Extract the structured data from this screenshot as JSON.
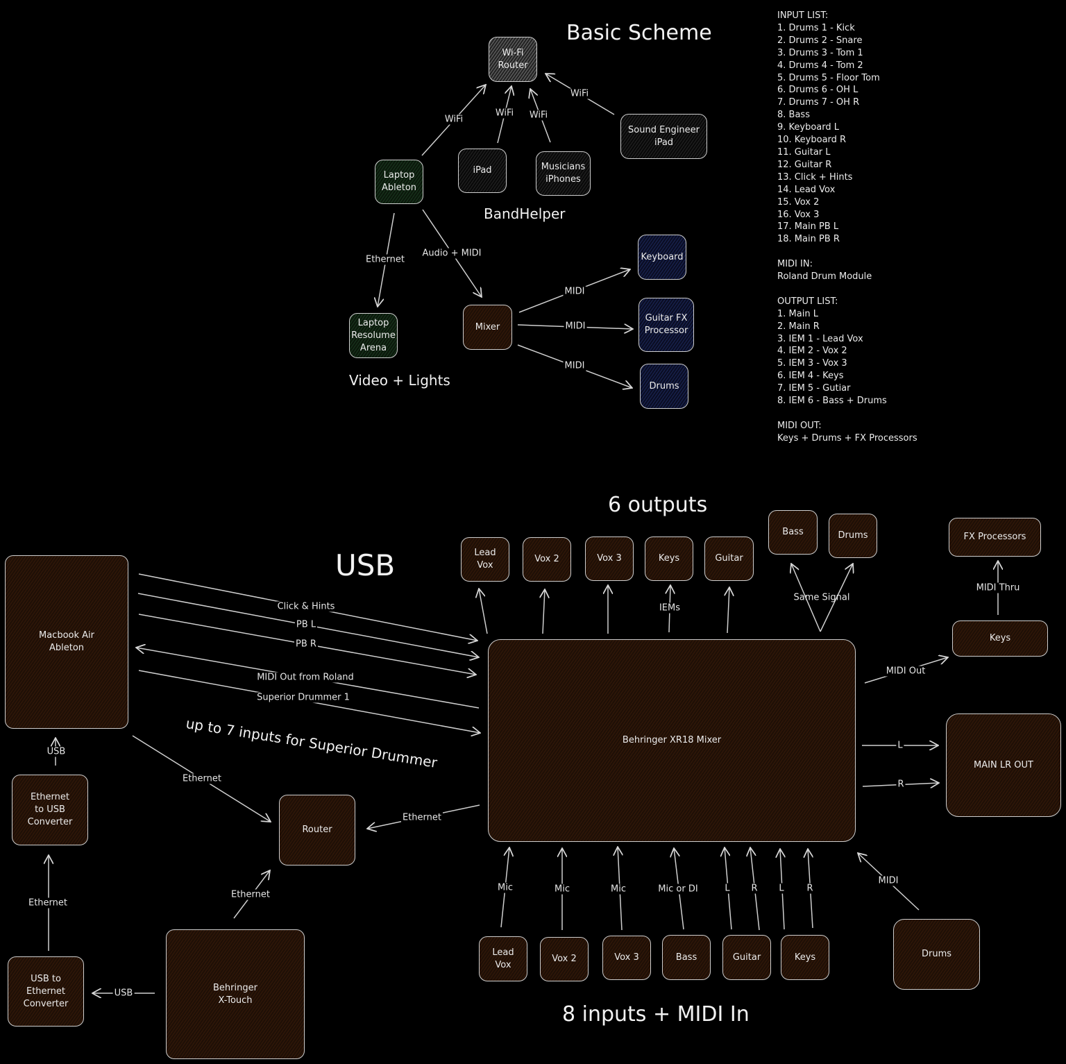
{
  "titles": {
    "basic_scheme": "Basic Scheme",
    "bandhelper": "BandHelper",
    "video_lights": "Video + Lights",
    "usb": "USB",
    "six_outputs": "6 outputs",
    "eight_inputs": "8 inputs + MIDI In",
    "superior_drummer_note": "up to 7 inputs for Superior Drummer"
  },
  "basic": {
    "wifi_router": "Wi-Fi\nRouter",
    "laptop_ableton": "Laptop\nAbleton",
    "ipad": "iPad",
    "musicians_iphones": "Musicians\niPhones",
    "sound_engineer_ipad": "Sound Engineer\niPad",
    "laptop_resolume": "Laptop\nResolume\nArena",
    "mixer": "Mixer",
    "keyboard": "Keyboard",
    "guitar_fx": "Guitar FX\nProcessor",
    "drums": "Drums",
    "labels": {
      "wifi": "WiFi",
      "ethernet": "Ethernet",
      "audio_midi": "Audio + MIDI",
      "midi": "MIDI"
    }
  },
  "lists": {
    "input_header": "INPUT LIST:",
    "inputs": [
      "1. Drums 1 - Kick",
      "2. Drums 2 - Snare",
      "3. Drums 3 - Tom 1",
      "4. Drums 4 - Tom 2",
      "5. Drums 5 - Floor Tom",
      "6. Drums 6 - OH L",
      "7. Drums 7 - OH R",
      "8. Bass",
      "9. Keyboard L",
      "10. Keyboard R",
      "11. Guitar L",
      "12. Guitar R",
      "13. Click + Hints",
      "14. Lead Vox",
      "15. Vox 2",
      "16. Vox 3",
      "17. Main PB L",
      "18. Main PB R"
    ],
    "midi_in_header": "MIDI IN:",
    "midi_in": "Roland Drum Module",
    "output_header": "OUTPUT LIST:",
    "outputs": [
      "1. Main L",
      "2. Main R",
      "3. IEM 1 - Lead Vox",
      "4. IEM 2 - Vox 2",
      "5. IEM 3 - Vox 3",
      "6. IEM 4 - Keys",
      "7. IEM 5 - Gutiar",
      "8. IEM 6 - Bass + Drums"
    ],
    "midi_out_header": "MIDI OUT:",
    "midi_out": "Keys + Drums + FX Processors"
  },
  "detail": {
    "macbook": "Macbook Air\nAbleton",
    "eth_to_usb": "Ethernet\nto USB\nConverter",
    "usb_to_eth": "USB to\nEthernet\nConverter",
    "xtouch": "Behringer\nX-Touch",
    "router": "Router",
    "mixer": "Behringer XR18 Mixer",
    "outputs": [
      "Lead\nVox",
      "Vox 2",
      "Vox 3",
      "Keys",
      "Guitar"
    ],
    "bass_out": "Bass",
    "drums_out": "Drums",
    "fx_processors": "FX Processors",
    "keys_midi": "Keys",
    "main_lr": "MAIN LR OUT",
    "inputs": [
      "Lead\nVox",
      "Vox 2",
      "Vox 3",
      "Bass",
      "Guitar",
      "Keys"
    ],
    "drums_in": "Drums",
    "labels": {
      "click_hints": "Click & Hints",
      "pb_l": "PB L",
      "pb_r": "PB R",
      "midi_out_roland": "MIDI Out from Roland",
      "superior_drummer_1": "Superior Drummer 1",
      "usb": "USB",
      "ethernet": "Ethernet",
      "iems": "IEMs",
      "same_signal": "Same Signal",
      "midi_thru": "MIDI Thru",
      "midi_out": "MIDI Out",
      "l": "L",
      "r": "R",
      "mic": "Mic",
      "mic_or_di": "Mic or DI",
      "midi": "MIDI"
    }
  }
}
